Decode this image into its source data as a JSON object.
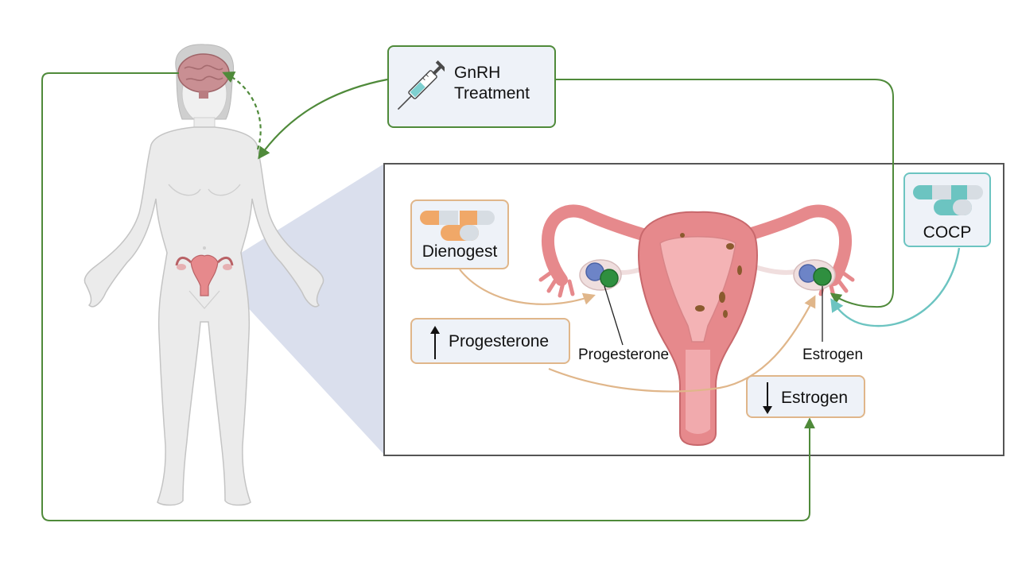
{
  "treatments": {
    "gnrh": {
      "line1": "GnRH",
      "line2": "Treatment",
      "icon": "syringe-icon"
    },
    "cocp": {
      "label": "COCP",
      "icon": "pill-capsules-icon"
    },
    "dienogest": {
      "label": "Dienogest",
      "icon": "pill-capsules-icon"
    }
  },
  "effects": {
    "progesterone_up": {
      "label": "Progesterone",
      "direction": "up"
    },
    "estrogen_down": {
      "label": "Estrogen",
      "direction": "down"
    }
  },
  "ovary_labels": {
    "left": "Progesterone",
    "right": "Estrogen"
  },
  "colors": {
    "gnrh_path": "#4f8a3a",
    "cocp_path": "#6cc4c1",
    "dienogest_path": "#e0b68a",
    "uterus": "#e6898c",
    "brain": "#c98f93",
    "panel_border": "#555555",
    "box_fill": "#eef2f8",
    "body": "#ebebeb"
  }
}
